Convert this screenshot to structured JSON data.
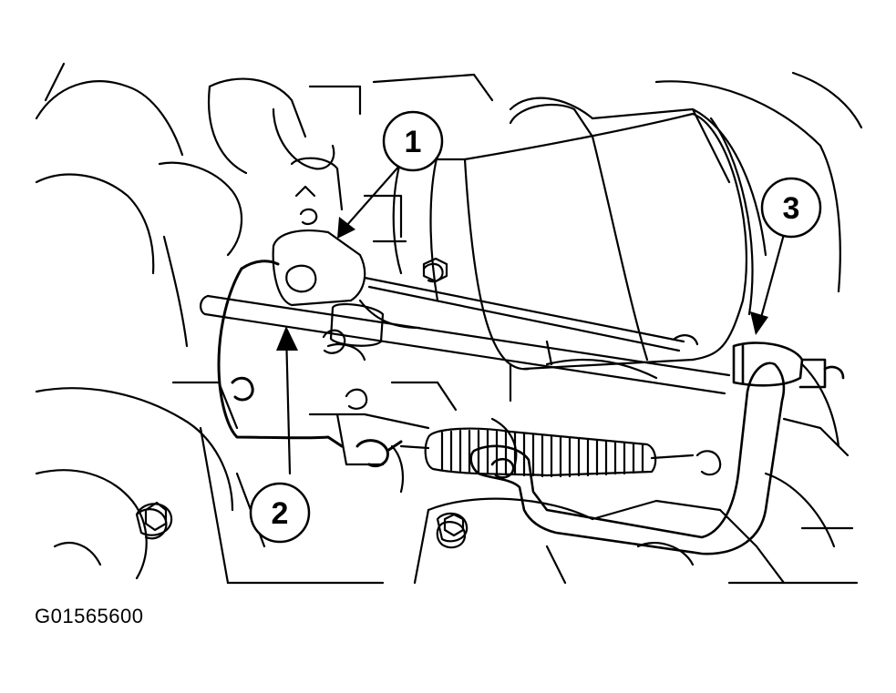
{
  "diagram": {
    "figure_id": "G01565600",
    "callouts": [
      {
        "label": "1"
      },
      {
        "label": "2"
      },
      {
        "label": "3"
      }
    ],
    "colors": {
      "line": "#000000",
      "background": "#ffffff"
    }
  }
}
